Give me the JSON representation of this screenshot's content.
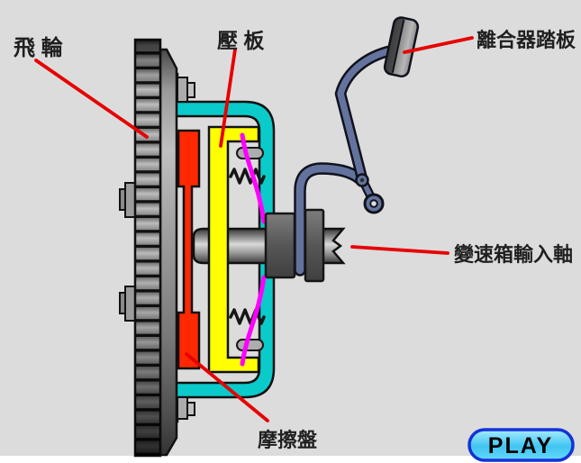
{
  "labels": {
    "flywheel": "飛 輪",
    "pressure_plate": "壓 板",
    "clutch_pedal": "離合器踏板",
    "transmission_input_shaft": "變速箱輸入軸",
    "friction_disc": "摩擦盤"
  },
  "play_button": {
    "label": "PLAY"
  },
  "colors": {
    "background": "#DCDCDC",
    "footer_strip": "#FFFFFF",
    "housing_teal": "#0BCACA",
    "pressure_plate_yellow": "#FFFF00",
    "friction_disc_red": "#FF2800",
    "diaphragm_spring_magenta": "#FF00FF",
    "linkage_blue": "#64739E",
    "leader_line_red": "#E60000",
    "label_text": "#1F1F1F",
    "play_button_fill": "#41C5F1",
    "play_button_border": "#1433D6",
    "play_button_text": "#000000"
  }
}
